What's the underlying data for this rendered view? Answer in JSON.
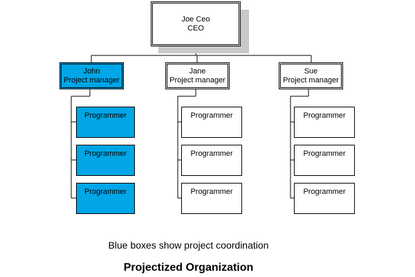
{
  "ceo": {
    "name": "Joe Ceo",
    "role": "CEO"
  },
  "managers": [
    {
      "name": "John",
      "role": "Project manager",
      "color": "#00a6e6",
      "programmers": [
        "Programmer",
        "Programmer",
        "Programmer"
      ]
    },
    {
      "name": "Jane",
      "role": "Project manager",
      "color": "#ffffff",
      "programmers": [
        "Programmer",
        "Programmer",
        "Programmer"
      ]
    },
    {
      "name": "Sue",
      "role": "Project manager",
      "color": "#ffffff",
      "programmers": [
        "Programmer",
        "Programmer",
        "Programmer"
      ]
    }
  ],
  "caption": "Blue boxes show project coordination",
  "title": "Projectized Organization",
  "colors": {
    "highlight": "#00a6e6",
    "line": "#000000",
    "shadow": "#c8c8c8"
  }
}
